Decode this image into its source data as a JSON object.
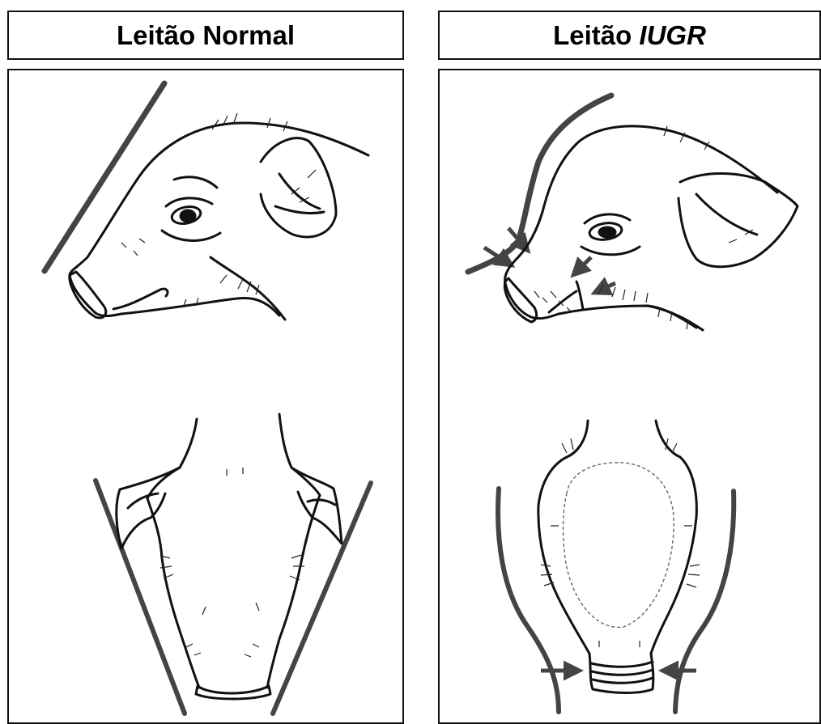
{
  "left": {
    "title": "Leitão Normal"
  },
  "right": {
    "title_prefix": "Leitão ",
    "title_em": "IUGR"
  },
  "colors": {
    "guide_line": "#444444",
    "ink": "#111111"
  }
}
